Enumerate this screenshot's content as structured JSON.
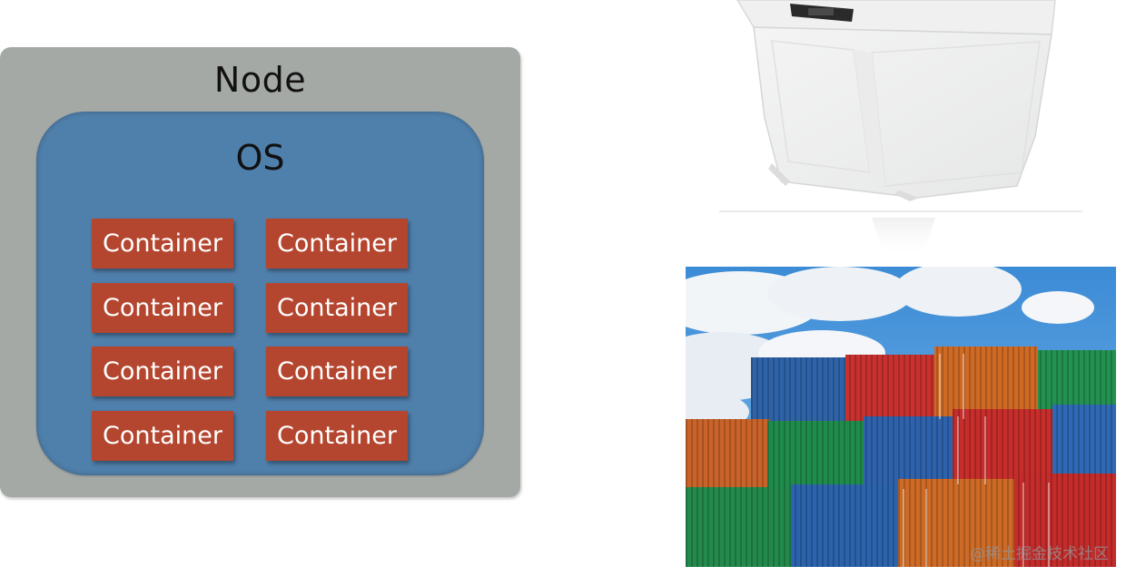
{
  "diagram": {
    "node_label": "Node",
    "os_label": "OS",
    "containers": [
      "Container",
      "Container",
      "Container",
      "Container",
      "Container",
      "Container",
      "Container",
      "Container"
    ]
  },
  "images": {
    "plastic_box": "plastic-storage-box",
    "shipping_containers": "stacked-shipping-containers"
  },
  "watermark": "@稀土掘金技术社区",
  "colors": {
    "node": "#a5a9a6",
    "os": "#4f7fab",
    "container": "#b4462f"
  }
}
